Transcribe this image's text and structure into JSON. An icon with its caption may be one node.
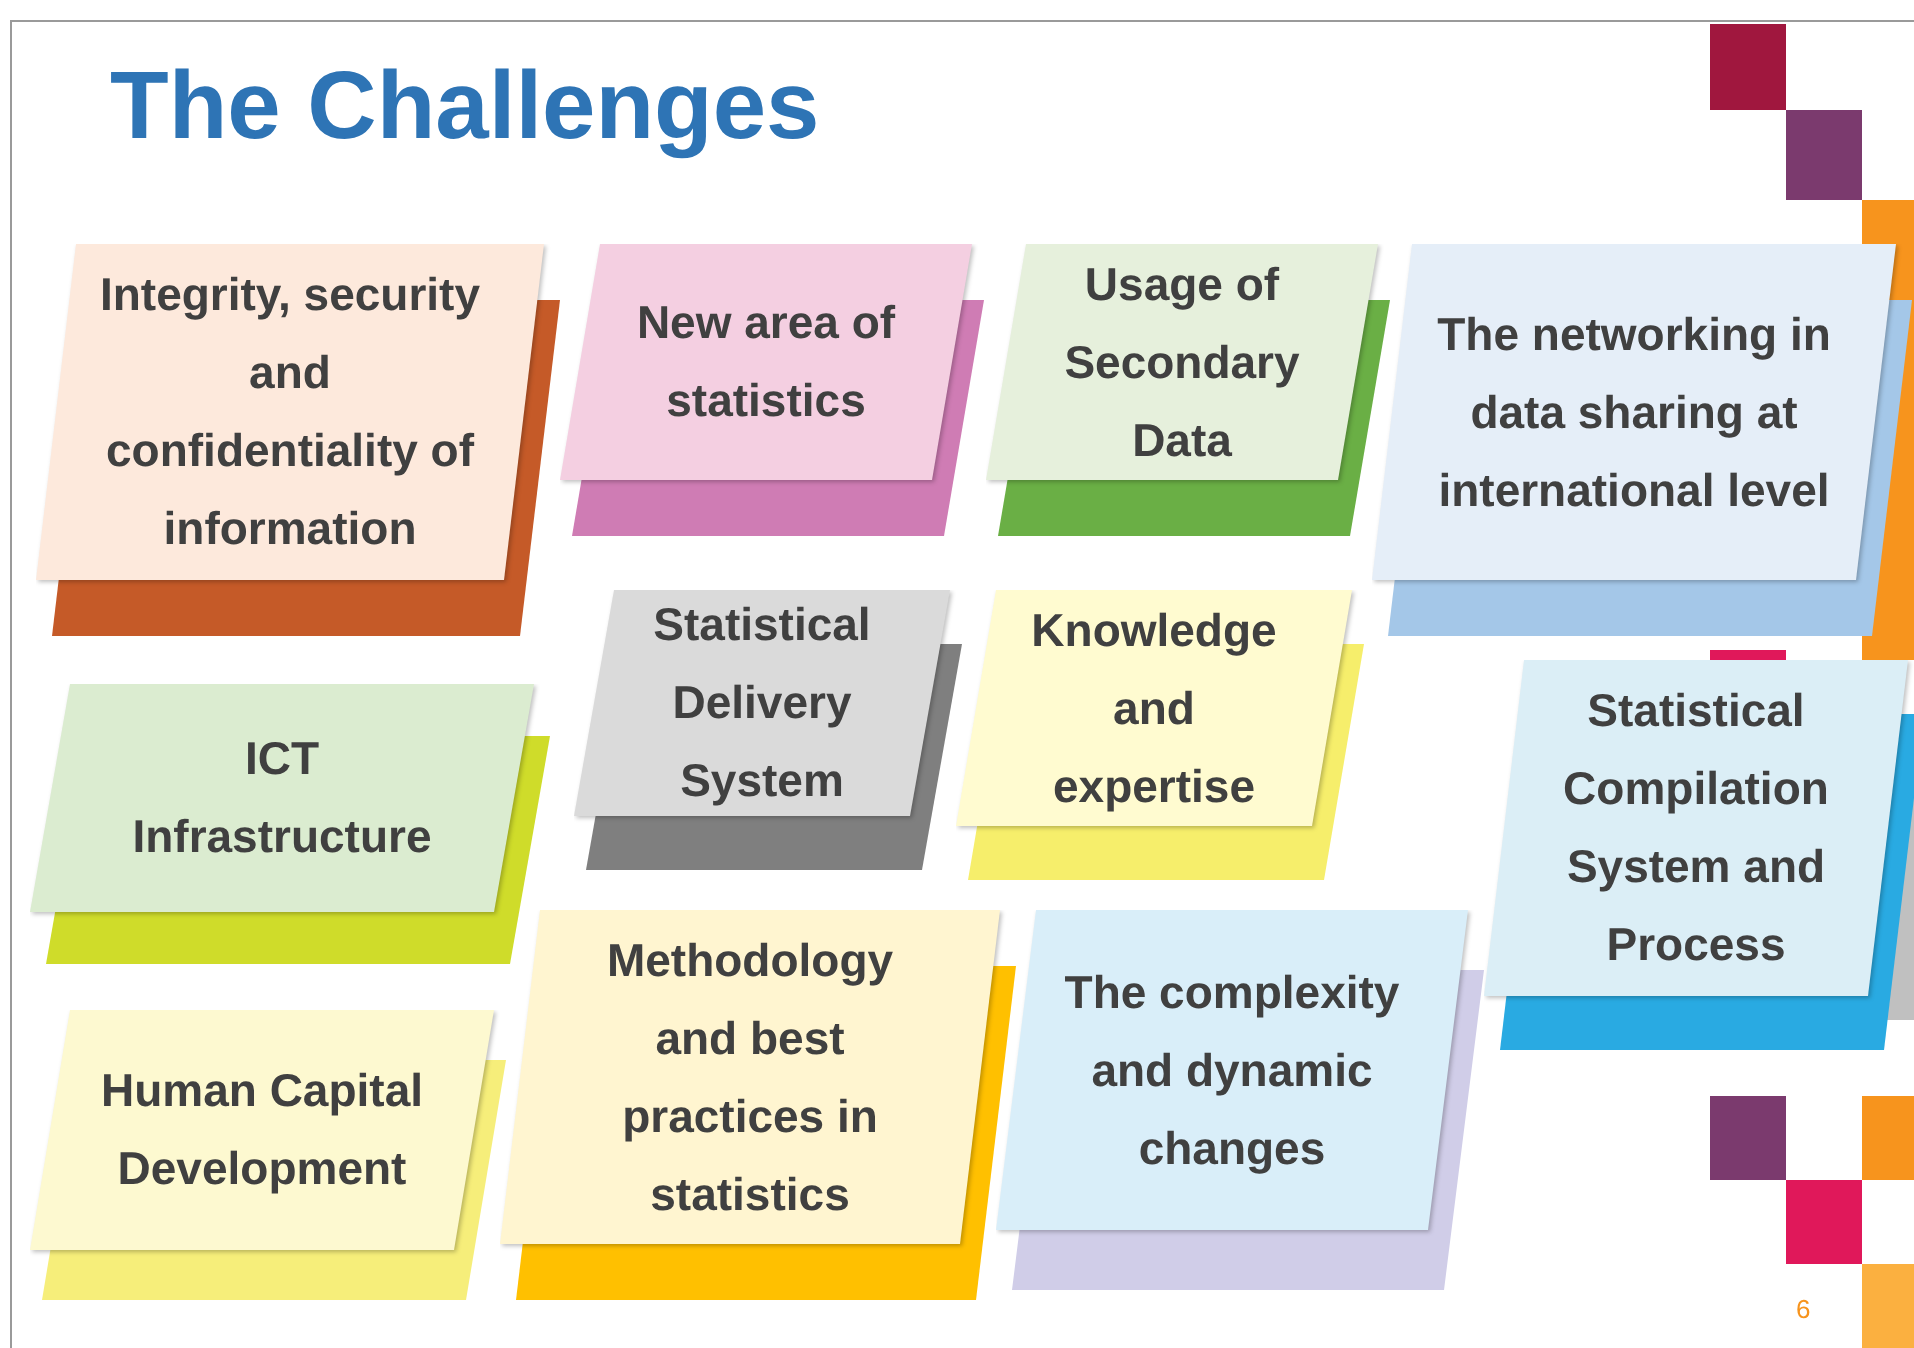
{
  "diagram": {
    "title": "The Challenges",
    "nodes": [
      {
        "text": [
          "Integrity, security and confidentiality of information"
        ]
      },
      {
        "text": [
          "New area of statistics"
        ]
      },
      {
        "text": [
          "Usage of Secondary Data"
        ]
      },
      {
        "text": [
          "The networking in data sharing at international level"
        ]
      },
      {
        "text": [
          "ICT Infrastructure"
        ]
      },
      {
        "text": [
          "Statistical Delivery System"
        ]
      },
      {
        "text": [
          "Knowledge and expertise"
        ]
      },
      {
        "text": [
          "Statistical Compilation System and Process"
        ]
      },
      {
        "text": [
          "Human Capital Development"
        ]
      },
      {
        "text": [
          "Methodology and best practices in statistics"
        ]
      },
      {
        "text": [
          "The complexity and dynamic changes"
        ]
      }
    ],
    "labels": [
      "6"
    ]
  }
}
